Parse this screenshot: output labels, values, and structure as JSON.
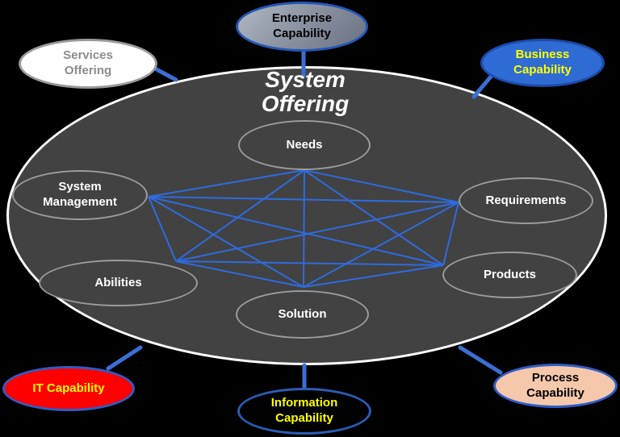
{
  "diagram": {
    "title": "System Offering",
    "center_nodes": [
      {
        "id": "needs",
        "label": "Needs"
      },
      {
        "id": "system-management",
        "label": "System Management"
      },
      {
        "id": "requirements",
        "label": "Requirements"
      },
      {
        "id": "abilities",
        "label": "Abilities"
      },
      {
        "id": "products",
        "label": "Products"
      },
      {
        "id": "solution",
        "label": "Solution"
      }
    ],
    "outer_nodes": [
      {
        "id": "services-offering",
        "label": "Services Offering",
        "fill": "#ffffff",
        "border": "#9a9a9a",
        "text_color": "#8c8c8c"
      },
      {
        "id": "enterprise-capability",
        "label": "Enterprise Capability",
        "fill": "#8d95a3",
        "border": "#2457b8",
        "text_color": "#000000"
      },
      {
        "id": "business-capability",
        "label": "Business Capability",
        "fill": "#2e6bd4",
        "border": "#1b4aa8",
        "text_color": "#ffff00"
      },
      {
        "id": "it-capability",
        "label": "IT Capability",
        "fill": "#ff0000",
        "border": "#2e5cc5",
        "text_color": "#ffff00"
      },
      {
        "id": "information-capability",
        "label": "Information Capability",
        "fill": "#000000",
        "border": "#2b5cb8",
        "text_color": "#ffff00"
      },
      {
        "id": "process-capability",
        "label": "Process Capability",
        "fill": "#f5c8ab",
        "border": "#2e5cc5",
        "text_color": "#000000"
      }
    ],
    "colors": {
      "background": "#000000",
      "big_ellipse_fill": "#424242",
      "big_ellipse_border": "#ffffff",
      "inner_node_border": "#9b9b9b",
      "inner_node_text": "#ffffff",
      "network_line_blue": "#2e6be0",
      "connector_blue": "#3a6fd4",
      "title_color": "#ffffff"
    }
  }
}
